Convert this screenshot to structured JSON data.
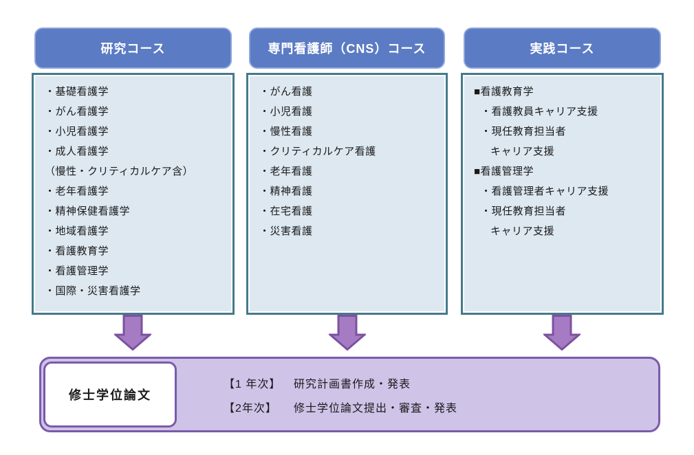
{
  "columns": [
    {
      "header": "研究コース",
      "items": [
        "・基礎看護学",
        "・がん看護学",
        "・小児看護学",
        "・成人看護学",
        "（慢性・クリティカルケア含）",
        "・老年看護学",
        "・精神保健看護学",
        "・地域看護学",
        "・看護教育学",
        "・看護管理学",
        "・国際・災害看護学"
      ]
    },
    {
      "header": "専門看護師（CNS）コース",
      "items": [
        "・がん看護",
        "・小児看護",
        "・慢性看護",
        "・クリティカルケア看護",
        "・老年看護",
        "・精神看護",
        "・在宅看護",
        "・災害看護"
      ]
    },
    {
      "header": "実践コース",
      "items": [
        "■看護教育学",
        "・看護教員キャリア支援",
        "・現任教育担当者",
        "キャリア支援",
        "■看護管理学",
        "・看護管理者キャリア支援",
        "・現任教育担当者",
        "キャリア支援"
      ]
    }
  ],
  "thesis": {
    "label": "修士学位論文",
    "lines": [
      {
        "year": "【1 年次】",
        "text": "研究計画書作成・発表"
      },
      {
        "year": "【2年次】",
        "text": "修士学位論文提出・審査・発表"
      }
    ]
  },
  "icons": {
    "arrow": "down-block-arrow-icon"
  },
  "colors": {
    "header_fill": "#5b7bc4",
    "header_border": "#8ea6da",
    "list_fill": "#dde8f1",
    "list_border": "#447a8b",
    "arrow_fill": "#a57cc4",
    "arrow_border": "#7d519f",
    "thesis_fill": "#cfc3e8",
    "thesis_border": "#7a5aa8",
    "text": "#1a1a1a"
  }
}
